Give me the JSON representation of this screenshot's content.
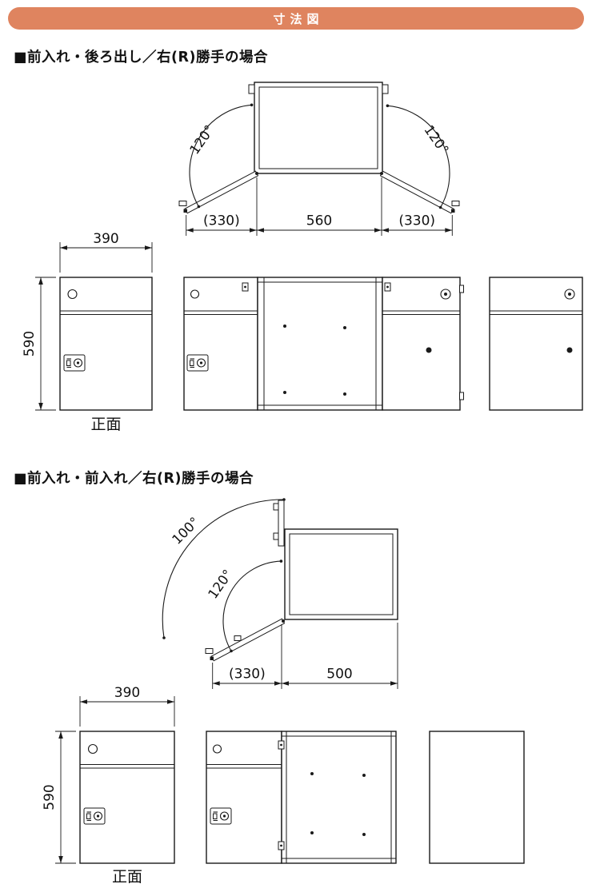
{
  "colors": {
    "header_bg": "#DF845F",
    "line_ink": "#1A1A1A",
    "header_text": "#FFFFFF"
  },
  "header": {
    "title": "寸法図"
  },
  "sections": [
    {
      "title": "■前入れ・後ろ出し／右(R)勝手の場合",
      "top_view": {
        "angle_left": "120°",
        "angle_right": "120°",
        "dims": [
          "(330)",
          "560",
          "(330)"
        ]
      },
      "front_view": {
        "width": "390",
        "height": "590",
        "caption": "正面"
      }
    },
    {
      "title": "■前入れ・前入れ／右(R)勝手の場合",
      "top_view": {
        "angle_outer": "100°",
        "angle_inner": "120°",
        "dims": [
          "(330)",
          "500"
        ]
      },
      "front_view": {
        "width": "390",
        "height": "590",
        "caption": "正面"
      }
    }
  ]
}
